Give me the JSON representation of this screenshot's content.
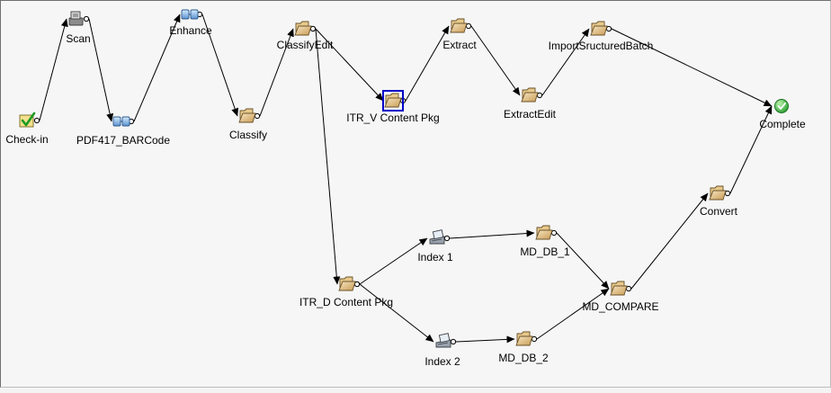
{
  "workflow": {
    "nodes": [
      {
        "id": "checkin",
        "label": "Check-in",
        "icon": "checkin-icon"
      },
      {
        "id": "scan",
        "label": "Scan",
        "icon": "scanner-icon"
      },
      {
        "id": "pdf417",
        "label": "PDF417_BARCode",
        "icon": "process-module-icon"
      },
      {
        "id": "enhance",
        "label": "Enhance",
        "icon": "process-module-icon"
      },
      {
        "id": "classify",
        "label": "Classify",
        "icon": "folder-icon"
      },
      {
        "id": "classifyedit",
        "label": "ClassifyEdit",
        "icon": "folder-icon"
      },
      {
        "id": "itrv",
        "label": "ITR_V Content Pkg",
        "icon": "folder-icon",
        "selected": true
      },
      {
        "id": "extract",
        "label": "Extract",
        "icon": "folder-icon"
      },
      {
        "id": "extractedit",
        "label": "ExtractEdit",
        "icon": "folder-icon"
      },
      {
        "id": "import",
        "label": "ImportSructuredBatch",
        "icon": "folder-icon"
      },
      {
        "id": "complete",
        "label": "Complete",
        "icon": "complete-check-icon"
      },
      {
        "id": "itrd",
        "label": "ITR_D Content Pkg",
        "icon": "folder-icon"
      },
      {
        "id": "index1",
        "label": "Index 1",
        "icon": "index-station-icon"
      },
      {
        "id": "index2",
        "label": "Index 2",
        "icon": "index-station-icon"
      },
      {
        "id": "mddb1",
        "label": "MD_DB_1",
        "icon": "folder-icon"
      },
      {
        "id": "mddb2",
        "label": "MD_DB_2",
        "icon": "folder-icon"
      },
      {
        "id": "mdcompare",
        "label": "MD_COMPARE",
        "icon": "folder-icon"
      },
      {
        "id": "convert",
        "label": "Convert",
        "icon": "folder-icon"
      }
    ],
    "edges": [
      [
        "checkin",
        "scan"
      ],
      [
        "scan",
        "pdf417"
      ],
      [
        "pdf417",
        "enhance"
      ],
      [
        "enhance",
        "classify"
      ],
      [
        "classify",
        "classifyedit"
      ],
      [
        "classifyedit",
        "itrv"
      ],
      [
        "itrv",
        "extract"
      ],
      [
        "extract",
        "extractedit"
      ],
      [
        "extractedit",
        "import"
      ],
      [
        "import",
        "complete"
      ],
      [
        "classifyedit",
        "itrd"
      ],
      [
        "itrd",
        "index1"
      ],
      [
        "itrd",
        "index2"
      ],
      [
        "index1",
        "mddb1"
      ],
      [
        "index2",
        "mddb2"
      ],
      [
        "mddb1",
        "mdcompare"
      ],
      [
        "mddb2",
        "mdcompare"
      ],
      [
        "mdcompare",
        "convert"
      ],
      [
        "convert",
        "complete"
      ]
    ]
  }
}
